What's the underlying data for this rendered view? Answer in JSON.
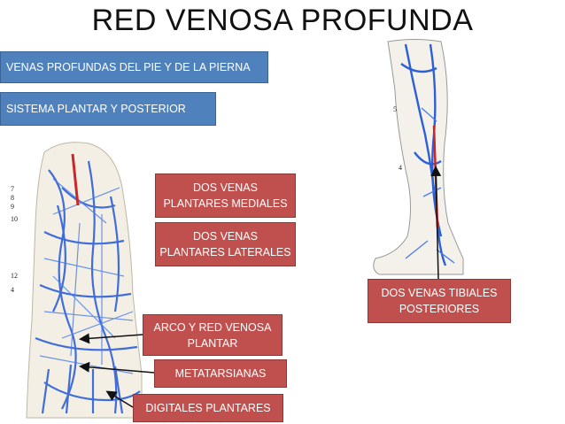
{
  "title": "RED VENOSA PROFUNDA",
  "headers": {
    "deep_veins": "VENAS PROFUNDAS DEL PIE Y DE LA PIERNA",
    "plantar_system": "SISTEMA PLANTAR Y POSTERIOR"
  },
  "labels": {
    "medial_plantar": "DOS VENAS\nPLANTARES MEDIALES",
    "lateral_plantar": "DOS VENAS\nPLANTARES LATERALES",
    "plantar_arch": "ARCO Y RED VENOSA\nPLANTAR",
    "metatarsal": "METATARSIANAS",
    "plantar_digital": "DIGITALES PLANTARES",
    "posterior_tibial": "DOS VENAS TIBIALES\nPOSTERIORES"
  },
  "foot_figure_numbers": [
    "7",
    "8",
    "9",
    "10",
    "12",
    "4"
  ],
  "leg_figure_numbers": [
    "5",
    "4"
  ],
  "colors": {
    "title": "#111111",
    "header_fill": "#4f81bd",
    "label_fill": "#c0504d",
    "vein_blue": "#2d5fd6",
    "artery_red": "#c8282a"
  }
}
